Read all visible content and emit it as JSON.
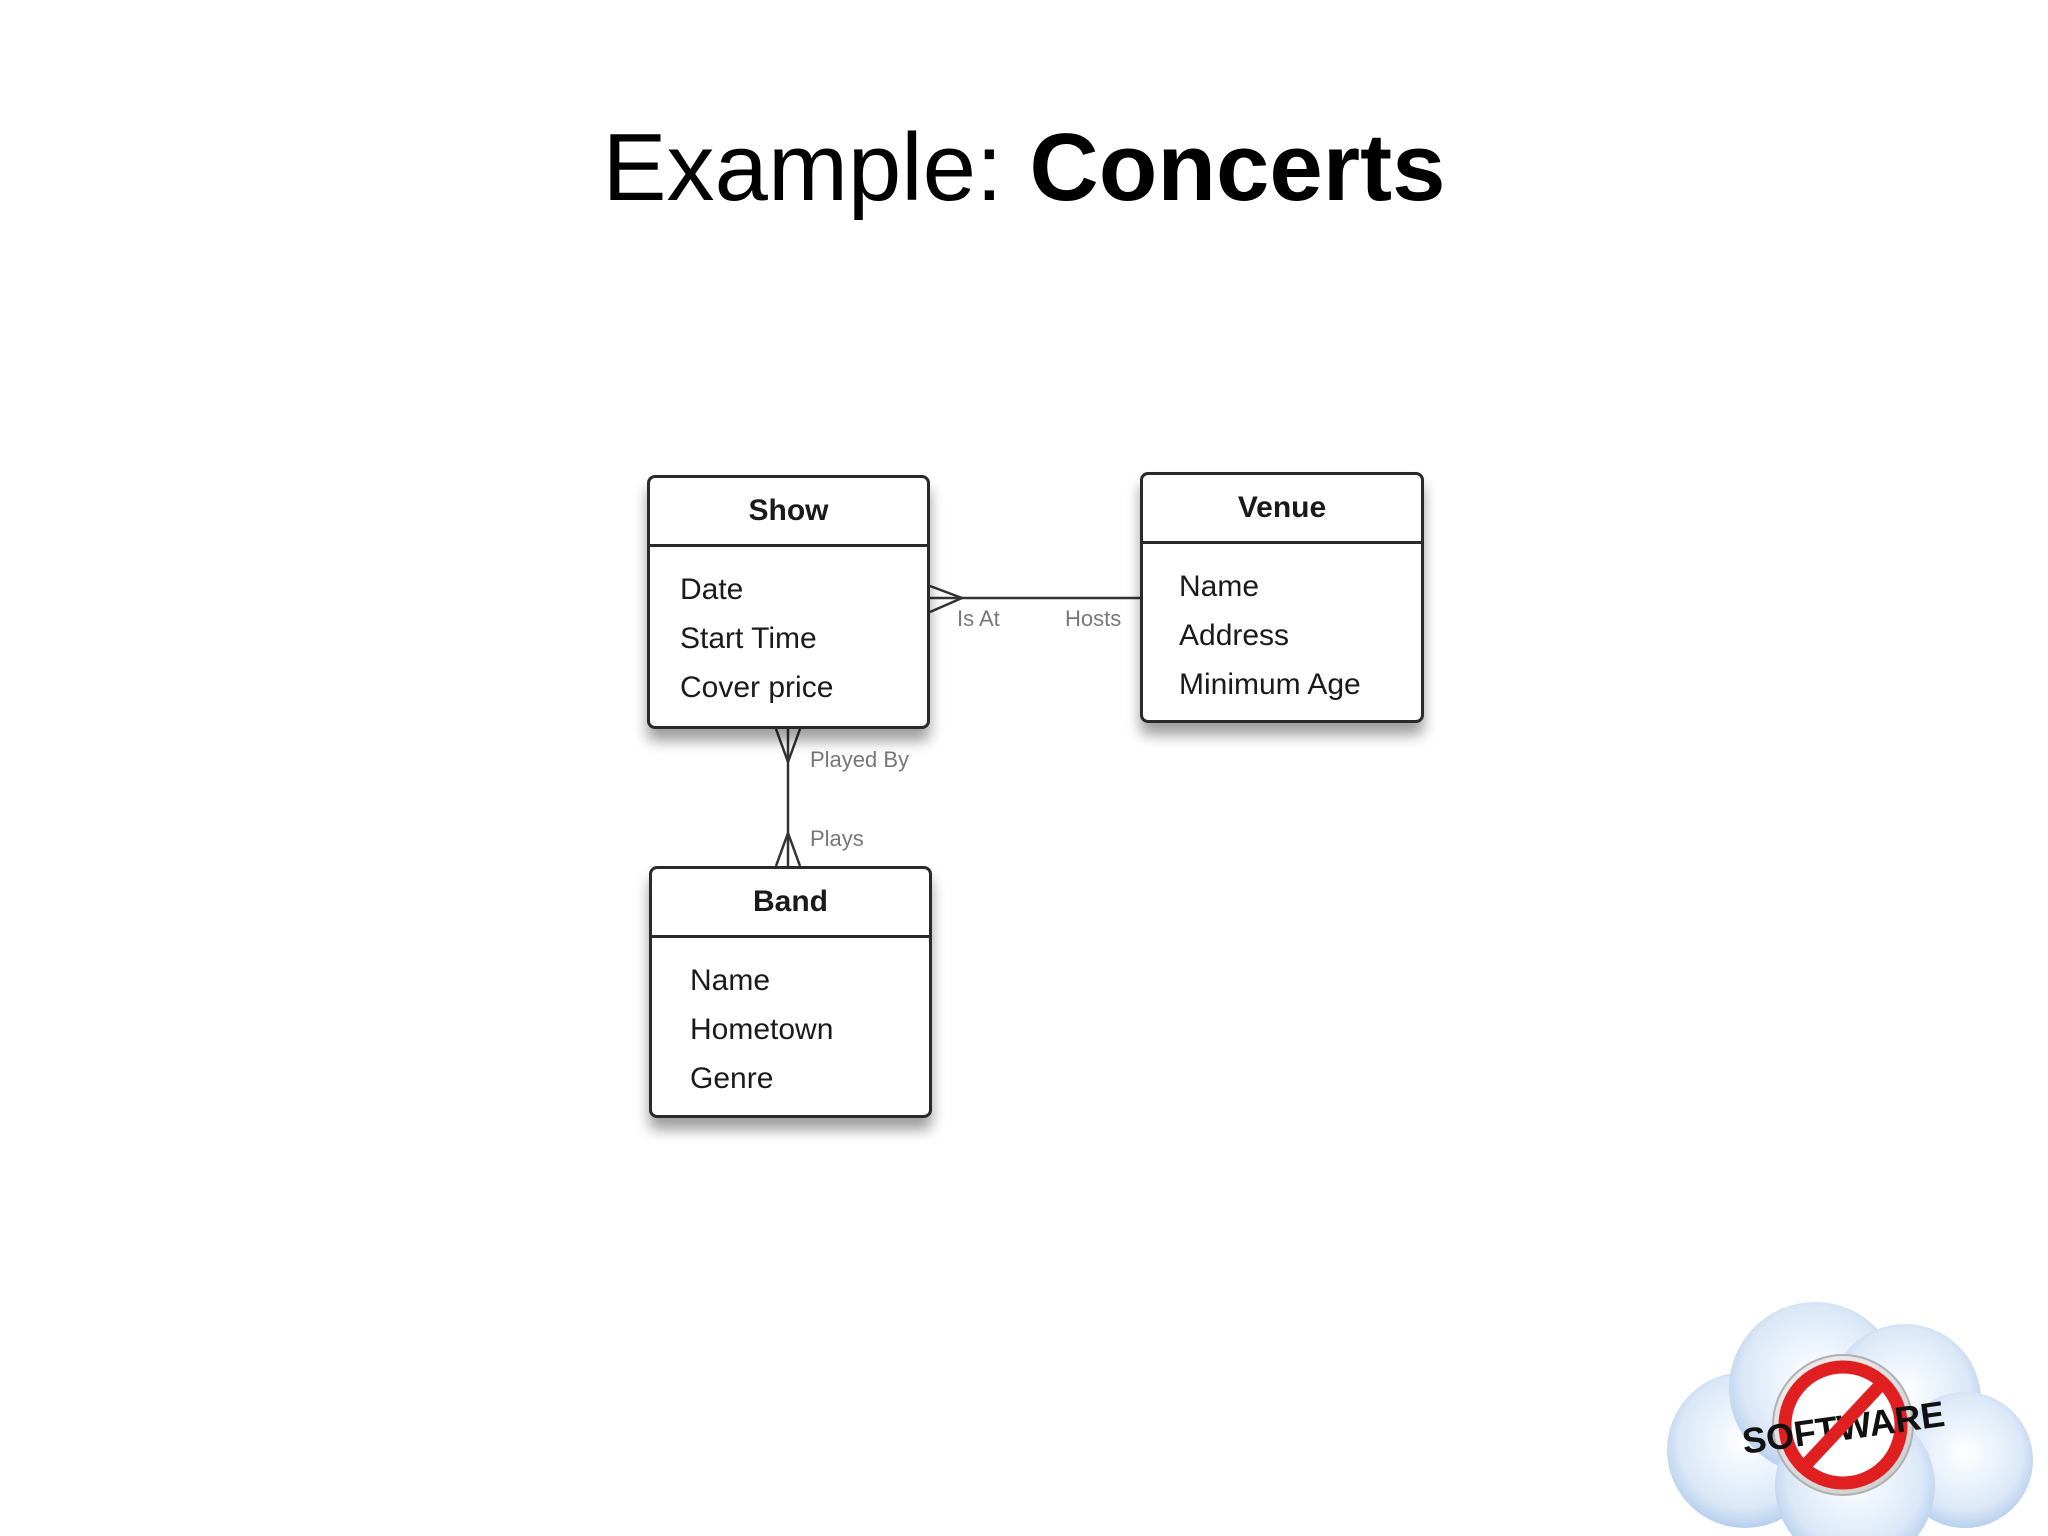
{
  "title": {
    "prefix": "Example: ",
    "emphasis": "Concerts"
  },
  "entities": {
    "show": {
      "name": "Show",
      "attributes": [
        "Date",
        "Start Time",
        "Cover price"
      ]
    },
    "venue": {
      "name": "Venue",
      "attributes": [
        "Name",
        "Address",
        "Minimum Age"
      ]
    },
    "band": {
      "name": "Band",
      "attributes": [
        "Name",
        "Hometown",
        "Genre"
      ]
    }
  },
  "relationships": {
    "show_venue": {
      "from_label": "Is At",
      "to_label": "Hosts",
      "cardinality": "many-to-one"
    },
    "show_band": {
      "from_label": "Played By",
      "to_label": "Plays",
      "cardinality": "many-to-many"
    }
  },
  "logo": {
    "text": "SOFTWARE",
    "icon": "no-software-cloud-icon",
    "cloud_color": "#bcd4ef",
    "sign_color": "#e02020"
  }
}
